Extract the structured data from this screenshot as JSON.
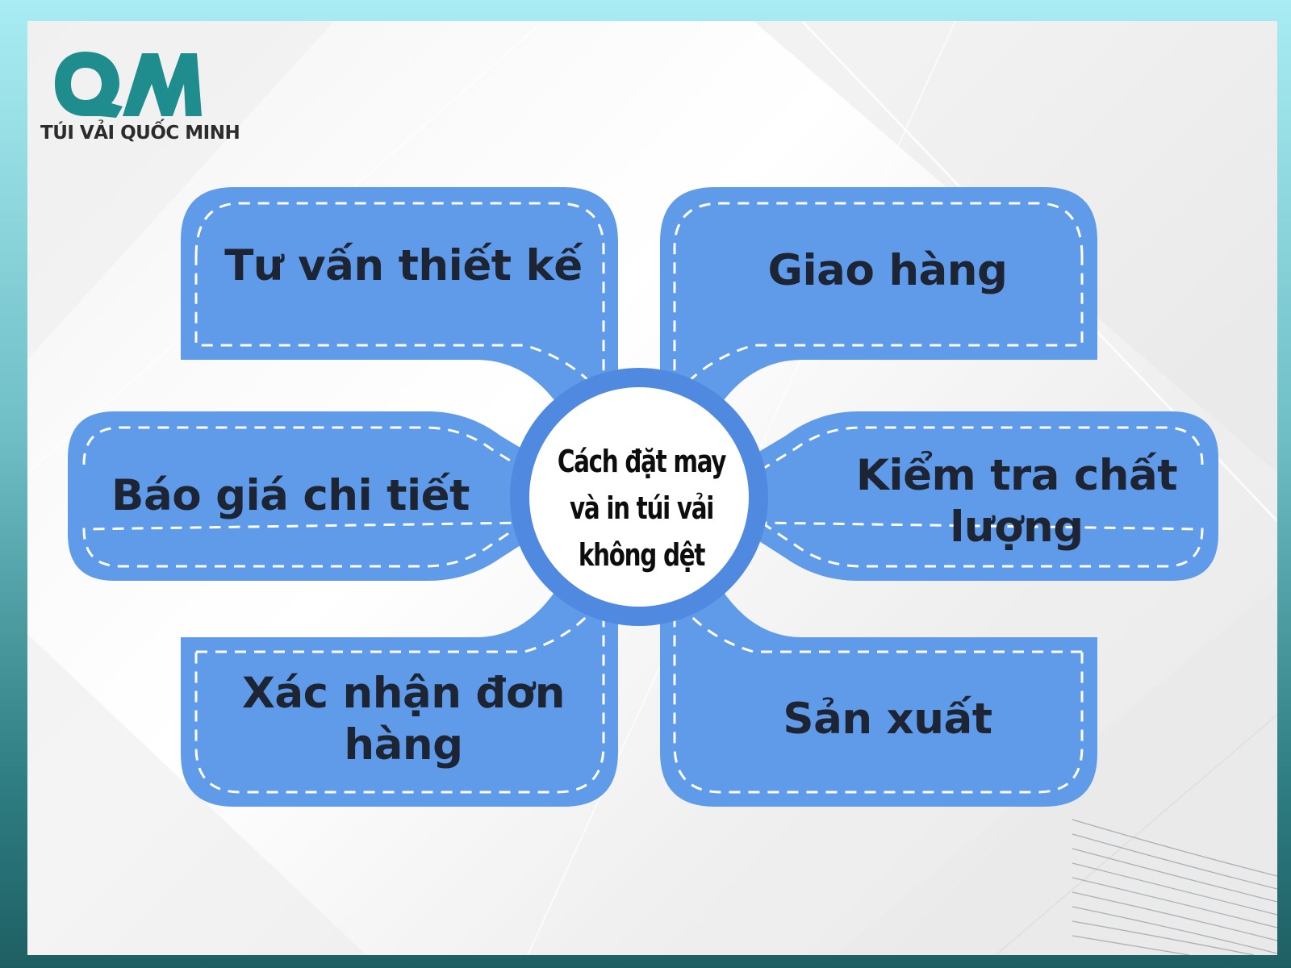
{
  "brand": {
    "tagline": "TÚI VẢI QUỐC MINH",
    "colors": {
      "teal": "#1f8c8e",
      "node_fill": "#5f9be8",
      "node_ring": "#4f8ae0"
    }
  },
  "diagram": {
    "center": "Cách đặt may và in túi vải không dệt",
    "steps": [
      {
        "label": "Tư vấn thiết kế"
      },
      {
        "label": "Báo giá chi tiết"
      },
      {
        "label": "Xác nhận đơn hàng"
      },
      {
        "label": "Giao hàng"
      },
      {
        "label": "Kiểm tra chất lượng"
      },
      {
        "label": "Sản xuất"
      }
    ]
  }
}
